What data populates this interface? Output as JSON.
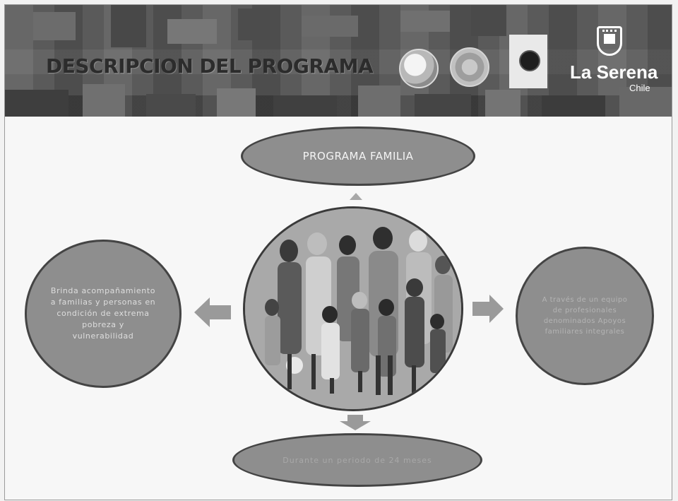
{
  "header": {
    "title": "DESCRIPCION DEL PROGRAMA",
    "brand_name": "La Serena",
    "brand_country": "Chile"
  },
  "diagram": {
    "top_label": "PROGRAMA FAMILIA",
    "left_label": "Brinda acompañamiento a familias y personas en condición de extrema pobreza y vulnerabilidad",
    "right_label": "A través de un equipo de profesionales denominados Apoyos familiares integrales",
    "bottom_label": "Durante un periodo de 24 meses"
  },
  "colors": {
    "shape_fill": "#8e8e8e",
    "shape_border": "#444444",
    "arrow": "#9a9a9a",
    "header_bg": "#5a5a5a"
  }
}
